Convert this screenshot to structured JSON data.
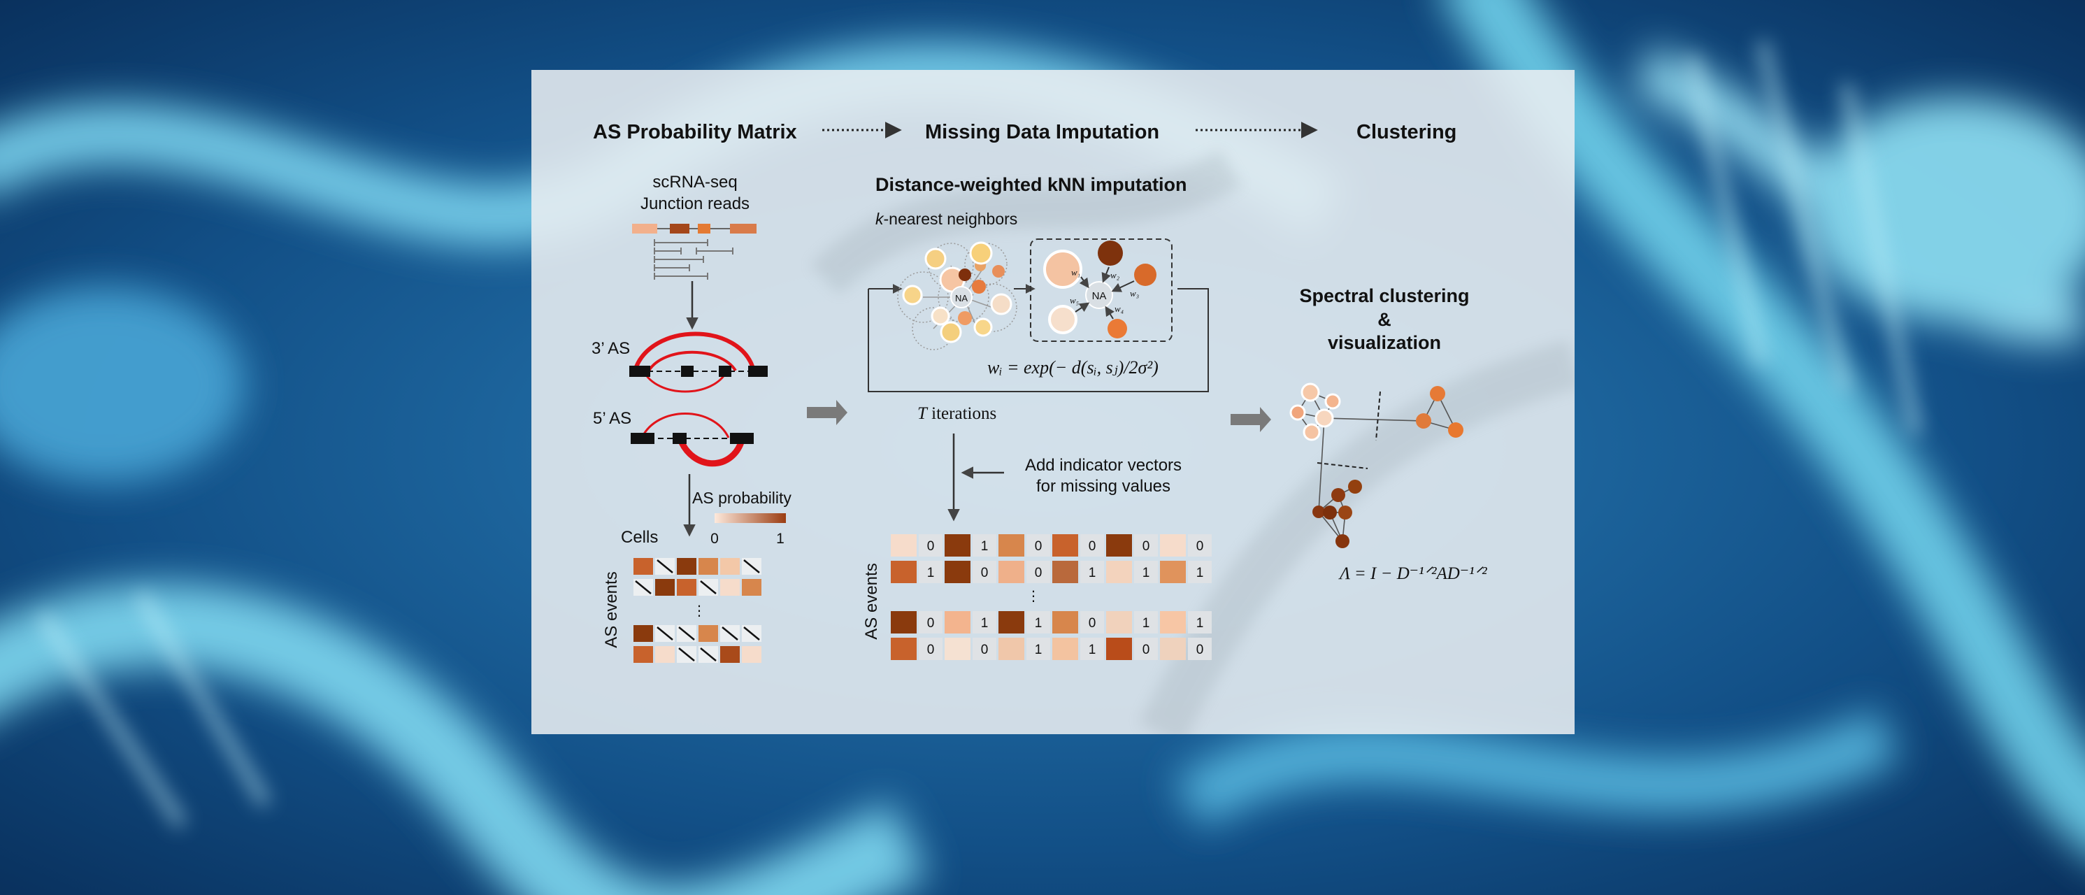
{
  "steps": {
    "step1": "AS Probability Matrix",
    "step2": "Missing Data Imputation",
    "step3": "Clustering"
  },
  "left": {
    "source_line1": "scRNA-seq",
    "source_line2": "Junction reads",
    "as3": "3’ AS",
    "as5": "5’ AS",
    "prob_label": "AS probability",
    "scale_min": "0",
    "scale_max": "1",
    "cells": "Cells",
    "events": "AS events",
    "dots": "⋮"
  },
  "middle": {
    "title": "Distance-weighted kNN imputation",
    "knn_prefix": "k",
    "knn_suffix": "-nearest neighbors",
    "na": "NA",
    "w1": "w₁",
    "w2": "w₂",
    "w3": "w₃",
    "w4": "w₄",
    "w5": "w₅",
    "formula": "wᵢ = exp(− d(sᵢ, sⱼ)/2σ²)",
    "iter_prefix": "T",
    "iter_suffix": " iterations",
    "indicator_line1": "Add indicator vectors",
    "indicator_line2": "for missing values",
    "events": "AS events",
    "dots": "⋮"
  },
  "right": {
    "line1": "Spectral clustering",
    "line2": "&",
    "line3": "visualization",
    "formula": "Λ = I − D⁻¹ᐟ²AD⁻¹ᐟ²"
  },
  "matrix_left": {
    "cell_colors": [
      "#f6dccb",
      "#c8622c",
      "#8a3a0d",
      "#d7864c",
      "#f3c8a8",
      "#a94a1a"
    ]
  },
  "matrix_mid": {
    "rows": [
      [
        "0",
        "1",
        "0",
        "0",
        "0",
        "0"
      ],
      [
        "1",
        "0",
        "0",
        "1",
        "1",
        "1"
      ],
      [
        "0",
        "1",
        "1",
        "0",
        "1",
        "1"
      ],
      [
        "0",
        "0",
        "1",
        "1",
        "0",
        "0"
      ]
    ]
  }
}
